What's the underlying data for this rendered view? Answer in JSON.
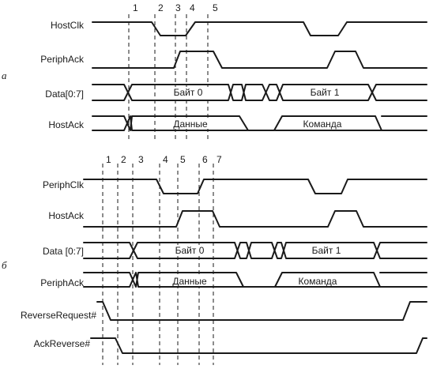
{
  "figure": {
    "panels": [
      {
        "letter": "а",
        "markers": [
          "1",
          "2",
          "3",
          "4",
          "5"
        ],
        "signals": [
          {
            "name": "HostClk",
            "kind": "digital",
            "inner": ""
          },
          {
            "name": "PeriphAck",
            "kind": "digital",
            "inner": ""
          },
          {
            "name": "Data[0:7]",
            "kind": "bus",
            "inner": "",
            "segments": [
              "Байт 0",
              "Байт 1"
            ]
          },
          {
            "name": "HostAck",
            "kind": "digital",
            "inner": "",
            "segments": [
              "Данные",
              "Команда"
            ]
          }
        ]
      },
      {
        "letter": "б",
        "markers": [
          "1",
          "2",
          "3",
          "4",
          "5",
          "6",
          "7"
        ],
        "signals": [
          {
            "name": "PeriphClk",
            "kind": "digital",
            "inner": ""
          },
          {
            "name": "HostAck",
            "kind": "digital",
            "inner": ""
          },
          {
            "name": "Data [0:7]",
            "kind": "bus",
            "inner": "",
            "segments": [
              "Байт 0",
              "Байт 1"
            ]
          },
          {
            "name": "PeriphAck",
            "kind": "digital",
            "inner": "",
            "segments": [
              "Данные",
              "Команда"
            ]
          },
          {
            "name": "ReverseRequest#",
            "kind": "digital",
            "inner": ""
          },
          {
            "name": "AckReverse#",
            "kind": "digital",
            "inner": ""
          }
        ]
      }
    ]
  }
}
